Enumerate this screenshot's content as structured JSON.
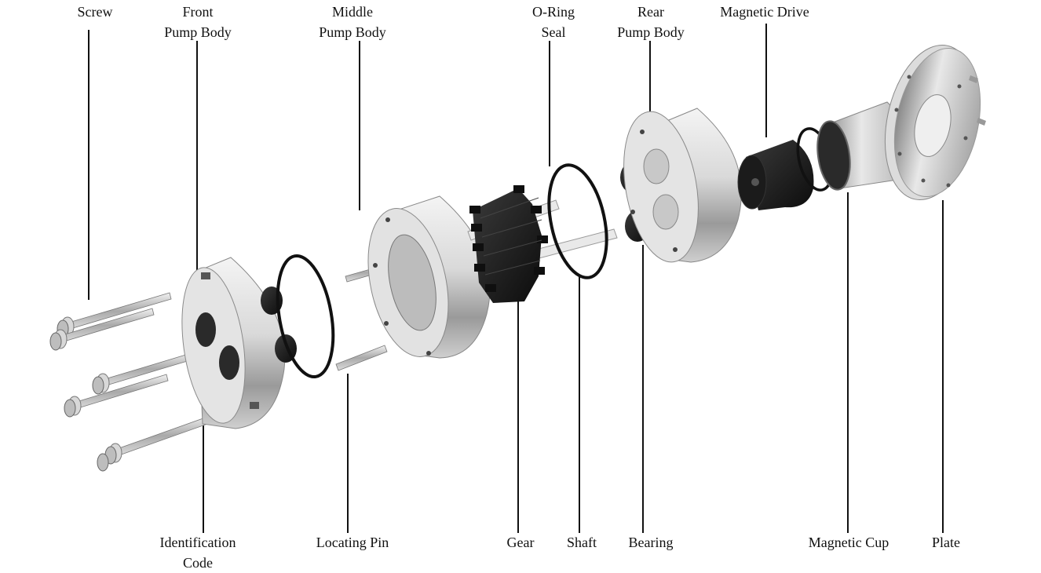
{
  "labels_top": [
    {
      "name": "screw",
      "lines": [
        "Screw"
      ]
    },
    {
      "name": "front-pump-body",
      "lines": [
        "Front",
        "Pump Body"
      ]
    },
    {
      "name": "middle-pump-body",
      "lines": [
        "Middle",
        "Pump Body"
      ]
    },
    {
      "name": "o-ring-seal",
      "lines": [
        "O-Ring",
        "Seal"
      ]
    },
    {
      "name": "rear-pump-body",
      "lines": [
        "Rear",
        "Pump Body"
      ]
    },
    {
      "name": "magnetic-drive",
      "lines": [
        "Magnetic Drive"
      ]
    }
  ],
  "labels_bottom": [
    {
      "name": "identification-code",
      "lines": [
        "Identification",
        "Code"
      ]
    },
    {
      "name": "locating-pin",
      "lines": [
        "Locating Pin"
      ]
    },
    {
      "name": "gear",
      "lines": [
        "Gear"
      ]
    },
    {
      "name": "shaft",
      "lines": [
        "Shaft"
      ]
    },
    {
      "name": "bearing",
      "lines": [
        "Bearing"
      ]
    },
    {
      "name": "magnetic-cup",
      "lines": [
        "Magnetic Cup"
      ]
    },
    {
      "name": "plate",
      "lines": [
        "Plate"
      ]
    }
  ],
  "colors": {
    "metal_light": "#e6e6e6",
    "metal_mid": "#b5b5b5",
    "metal_dark": "#6e6e6e",
    "black_part": "#1a1a1a",
    "leader_line": "#111111"
  }
}
